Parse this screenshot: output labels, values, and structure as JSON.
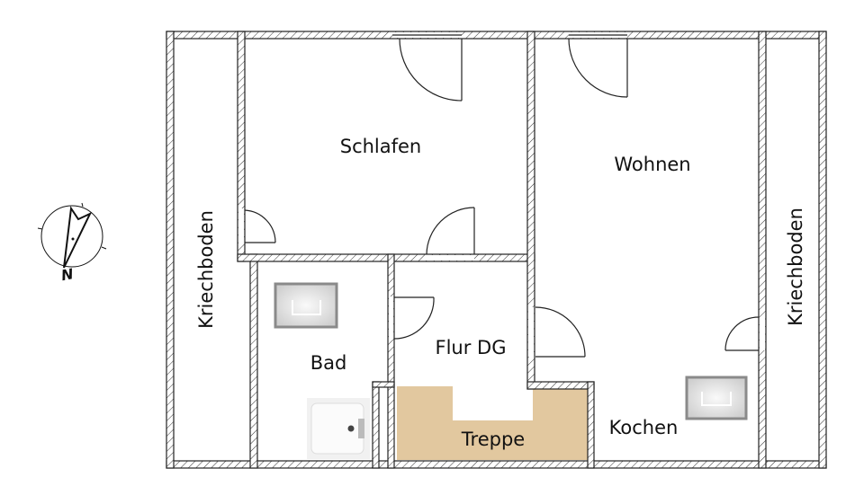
{
  "plan": {
    "rooms": [
      {
        "key": "schlafen",
        "label": "Schlafen"
      },
      {
        "key": "wohnen",
        "label": "Wohnen"
      },
      {
        "key": "flur",
        "label": "Flur DG"
      },
      {
        "key": "bad",
        "label": "Bad"
      },
      {
        "key": "treppe",
        "label": "Treppe"
      },
      {
        "key": "kochen",
        "label": "Kochen"
      },
      {
        "key": "kriech_left",
        "label": "Kriechboden"
      },
      {
        "key": "kriech_right",
        "label": "Kriechboden"
      }
    ],
    "compass": {
      "label": "N",
      "icon": "north-arrow-icon"
    },
    "colors": {
      "stair": "#E2C89F",
      "wall_line": "#222222",
      "fixture_border": "#8a8a8a"
    }
  }
}
